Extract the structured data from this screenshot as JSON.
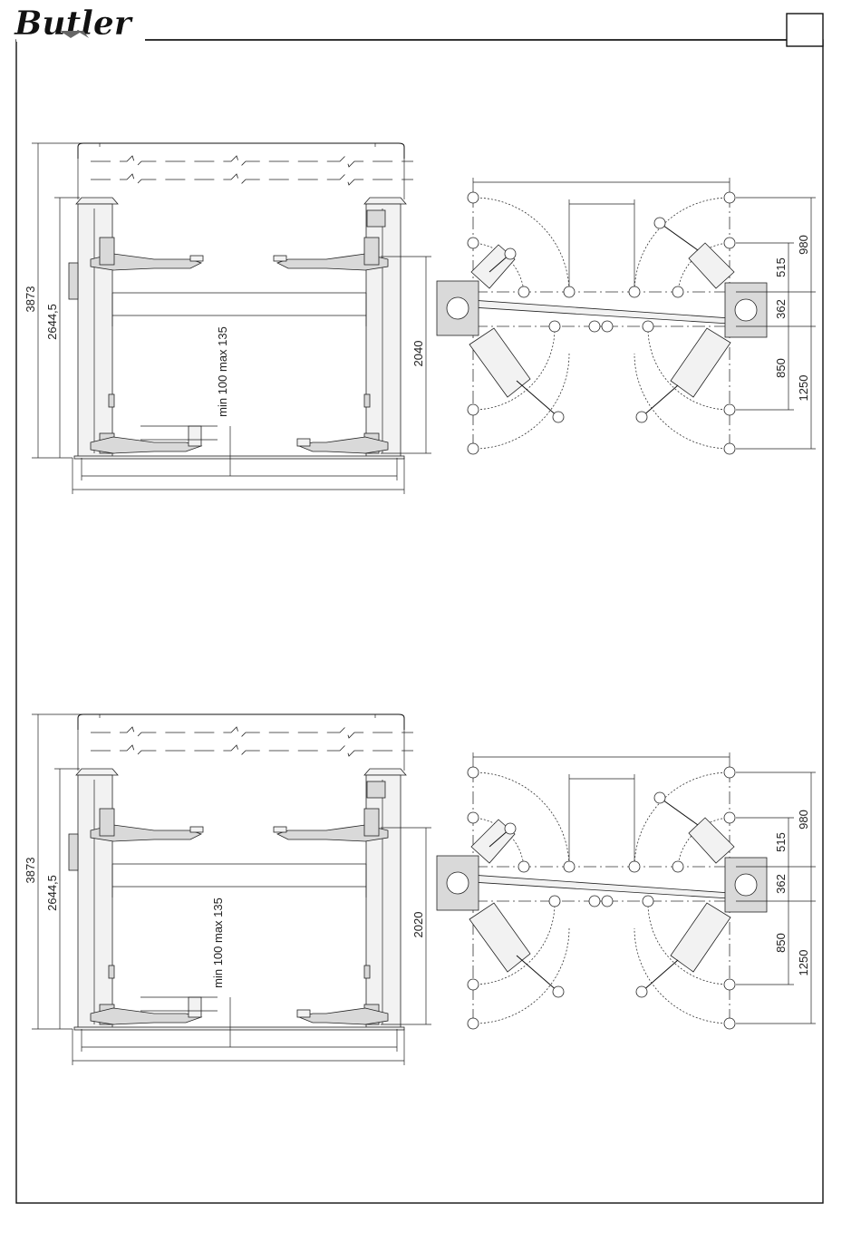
{
  "header": {
    "brand": "Butler",
    "page_number": ""
  },
  "top_view": {
    "dim_total_height": "3873",
    "dim_lift_height": "2644,5",
    "dim_min_max": "min 100 max 135",
    "dim_width": "2040",
    "plan": {
      "dim_a": "980",
      "dim_b": "515",
      "dim_c": "362",
      "dim_d": "850",
      "dim_e": "1250"
    }
  },
  "bottom_view": {
    "dim_total_height": "3873",
    "dim_lift_height": "2644,5",
    "dim_min_max": "min 100 max 135",
    "dim_width": "2020",
    "plan": {
      "dim_a": "980",
      "dim_b": "515",
      "dim_c": "362",
      "dim_d": "850",
      "dim_e": "1250"
    }
  }
}
